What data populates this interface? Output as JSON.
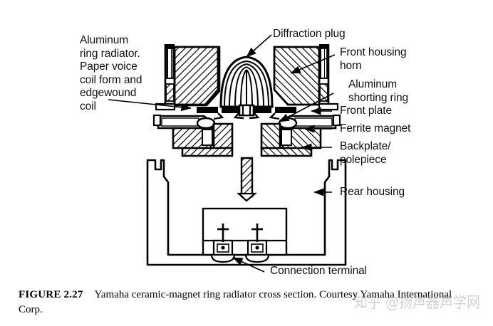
{
  "figure": {
    "background_color": "#ffffff",
    "line_color": "#000000",
    "caption_number": "FIGURE 2.27",
    "caption_text": "Yamaha ceramic-magnet ring radiator cross section. Courtesy Yamaha International Corp."
  },
  "labels": {
    "aluminum_ring_radiator": "Aluminum\nring radiator.\nPaper voice\ncoil form and\nedgewound\ncoil",
    "diffraction_plug": "Diffraction plug",
    "front_housing_horn": "Front housing\nhorn",
    "aluminum_shorting_ring": "Aluminum\nshorting ring",
    "front_plate": "Front plate",
    "ferrite_magnet": "Ferrite magnet",
    "backplate_polepiece": "Backplate/\npolepiece",
    "rear_housing": "Rear housing",
    "connection_terminal": "Connection terminal"
  },
  "watermark": {
    "text": "知乎 @扬声器声学网"
  },
  "chart_data": {
    "type": "diagram",
    "title": "Yamaha ceramic-magnet ring radiator cross section",
    "parts": [
      {
        "name": "Aluminum ring radiator / paper voice coil form / edgewound coil",
        "callout_side": "left"
      },
      {
        "name": "Diffraction plug",
        "callout_side": "top"
      },
      {
        "name": "Front housing horn",
        "callout_side": "right"
      },
      {
        "name": "Aluminum shorting ring",
        "callout_side": "right"
      },
      {
        "name": "Front plate",
        "callout_side": "right"
      },
      {
        "name": "Ferrite magnet",
        "callout_side": "right"
      },
      {
        "name": "Backplate/polepiece",
        "callout_side": "right"
      },
      {
        "name": "Rear housing",
        "callout_side": "right"
      },
      {
        "name": "Connection terminal",
        "callout_side": "bottom"
      }
    ]
  }
}
